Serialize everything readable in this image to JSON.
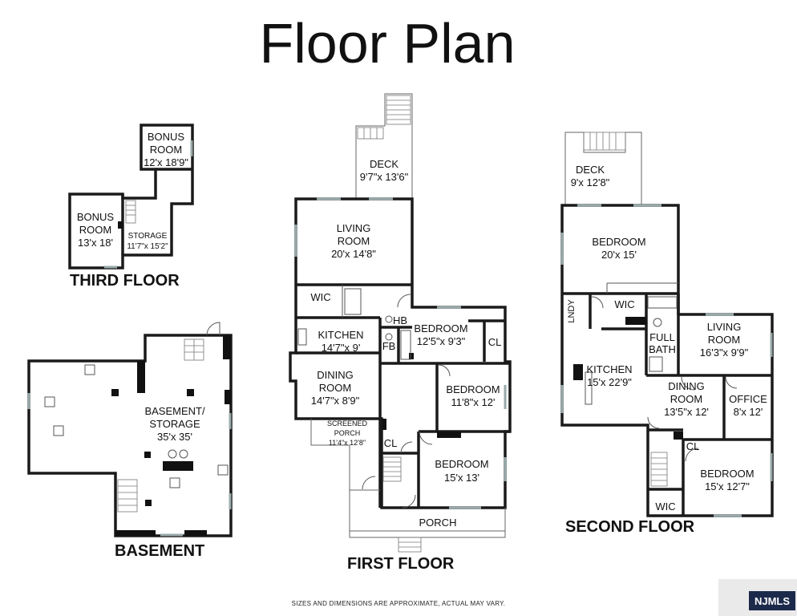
{
  "title": "Floor Plan",
  "disclaimer": "SIZES AND DIMENSIONS ARE APPROXIMATE, ACTUAL MAY VARY.",
  "logo_text": "NJMLS",
  "floors": {
    "third": {
      "label": "THIRD FLOOR",
      "rooms": [
        {
          "name": [
            "BONUS",
            "ROOM"
          ],
          "dim": "12'x 18'9\""
        },
        {
          "name": [
            "BONUS",
            "ROOM"
          ],
          "dim": "13'x 18'"
        },
        {
          "name": [
            "STORAGE"
          ],
          "dim": "11'7\"x 15'2\""
        }
      ]
    },
    "basement": {
      "label": "BASEMENT",
      "rooms": [
        {
          "name": [
            "BASEMENT/",
            "STORAGE"
          ],
          "dim": "35'x 35'"
        }
      ]
    },
    "first": {
      "label": "FIRST FLOOR",
      "rooms": [
        {
          "name": [
            "DECK"
          ],
          "dim": "9'7\"x 13'6\""
        },
        {
          "name": [
            "LIVING",
            "ROOM"
          ],
          "dim": "20'x 14'8\""
        },
        {
          "name": [
            "WIC"
          ],
          "dim": ""
        },
        {
          "name": [
            "HB"
          ],
          "dim": ""
        },
        {
          "name": [
            "KITCHEN"
          ],
          "dim": "14'7\"x 9'"
        },
        {
          "name": [
            "FB"
          ],
          "dim": ""
        },
        {
          "name": [
            "BEDROOM"
          ],
          "dim": "12'5\"x 9'3\""
        },
        {
          "name": [
            "CL"
          ],
          "dim": ""
        },
        {
          "name": [
            "DINING",
            "ROOM"
          ],
          "dim": "14'7\"x 8'9\""
        },
        {
          "name": [
            "BEDROOM"
          ],
          "dim": "11'8\"x 12'"
        },
        {
          "name": [
            "SCREENED",
            "PORCH"
          ],
          "dim": "11'4\"x 12'8\""
        },
        {
          "name": [
            "CL"
          ],
          "dim": ""
        },
        {
          "name": [
            "BEDROOM"
          ],
          "dim": "15'x 13'"
        },
        {
          "name": [
            "PORCH"
          ],
          "dim": ""
        }
      ]
    },
    "second": {
      "label": "SECOND FLOOR",
      "rooms": [
        {
          "name": [
            "DECK"
          ],
          "dim": "9'x 12'8\""
        },
        {
          "name": [
            "BEDROOM"
          ],
          "dim": "20'x 15'"
        },
        {
          "name": [
            "LNDY"
          ],
          "dim": ""
        },
        {
          "name": [
            "WIC"
          ],
          "dim": ""
        },
        {
          "name": [
            "FULL",
            "BATH"
          ],
          "dim": ""
        },
        {
          "name": [
            "LIVING",
            "ROOM"
          ],
          "dim": "16'3\"x 9'9\""
        },
        {
          "name": [
            "KITCHEN"
          ],
          "dim": "15'x 22'9\""
        },
        {
          "name": [
            "DINING",
            "ROOM"
          ],
          "dim": "13'5\"x 12'"
        },
        {
          "name": [
            "OFFICE"
          ],
          "dim": "8'x 12'"
        },
        {
          "name": [
            "CL"
          ],
          "dim": ""
        },
        {
          "name": [
            "BEDROOM"
          ],
          "dim": "15'x 12'7\""
        },
        {
          "name": [
            "WIC"
          ],
          "dim": ""
        }
      ]
    }
  }
}
